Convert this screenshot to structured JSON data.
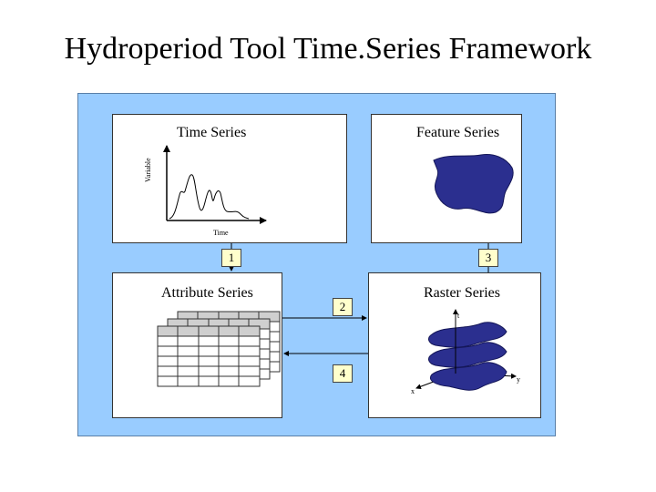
{
  "title": "Hydroperiod Tool Time.Series Framework",
  "boxes": {
    "time_series": {
      "title": "Time Series",
      "y_axis_label": "Variable",
      "x_axis_label": "Time"
    },
    "feature_series": {
      "title": "Feature Series"
    },
    "attribute_series": {
      "title": "Attribute Series"
    },
    "raster_series": {
      "title": "Raster Series",
      "axis_t": "t",
      "axis_x": "x",
      "axis_y": "y"
    }
  },
  "connectors": {
    "c1": "1",
    "c2": "2",
    "c3": "3",
    "c4": "4"
  },
  "colors": {
    "panel": "#99ccff",
    "blob": "#2b2f8f",
    "connector_fill": "#ffffcc"
  }
}
